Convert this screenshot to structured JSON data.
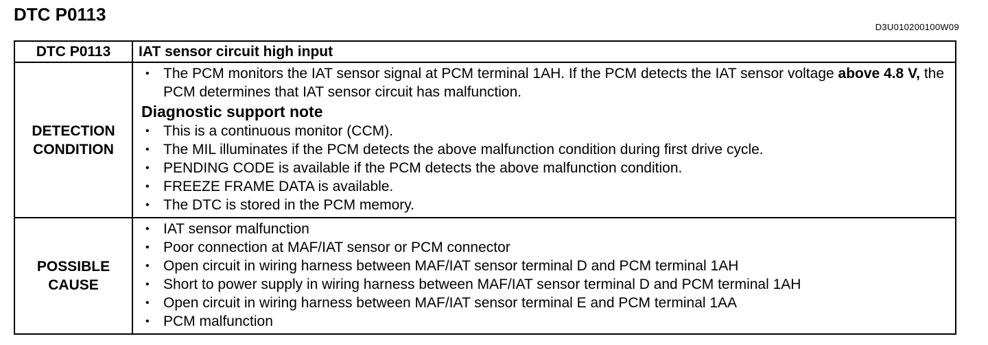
{
  "page": {
    "title": "DTC P0113",
    "doc_code": "D3U010200100W09"
  },
  "table": {
    "header": {
      "code": "DTC P0113",
      "title": "IAT sensor circuit high input"
    },
    "detection": {
      "label_line1": "DETECTION",
      "label_line2": "CONDITION",
      "intro_part1": "The PCM monitors the IAT sensor signal at PCM terminal 1AH. If the PCM detects the IAT sensor voltage ",
      "intro_bold": "above 4.8 V,",
      "intro_part2": " the PCM determines that IAT sensor circuit has malfunction.",
      "subheading": "Diagnostic support note",
      "notes": [
        "This is a continuous monitor (CCM).",
        "The MIL illuminates if the PCM detects the above malfunction condition during first drive cycle.",
        "PENDING CODE is available if the PCM detects the above malfunction condition.",
        "FREEZE FRAME DATA is available.",
        "The DTC is stored in the PCM memory."
      ]
    },
    "causes": {
      "label_line1": "POSSIBLE",
      "label_line2": "CAUSE",
      "items": [
        "IAT sensor malfunction",
        "Poor connection at MAF/IAT sensor or PCM connector",
        "Open circuit in wiring harness between MAF/IAT sensor terminal D and PCM terminal 1AH",
        "Short to power supply in wiring harness between MAF/IAT sensor terminal D and PCM terminal 1AH",
        "Open circuit in wiring harness between MAF/IAT sensor terminal E and PCM terminal 1AA",
        "PCM malfunction"
      ]
    }
  },
  "bullet_glyph": "•"
}
